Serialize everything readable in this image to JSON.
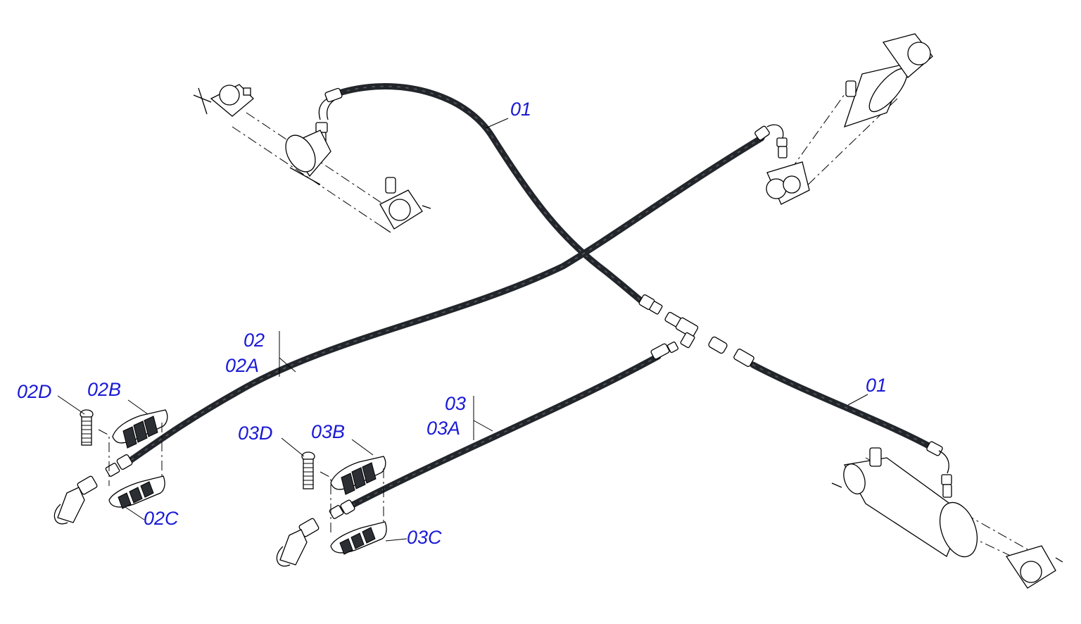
{
  "labels": {
    "hose_01_top": "01",
    "hose_01_bottom": "01",
    "hose_02": "02",
    "hose_02a": "02A",
    "part_02b": "02B",
    "part_02c": "02C",
    "part_02d": "02D",
    "hose_03": "03",
    "hose_03a": "03A",
    "part_03b": "03B",
    "part_03c": "03C",
    "part_03d": "03D"
  },
  "colors": {
    "label": "#1a1ad6",
    "hose": "#22262b",
    "line": "#000000"
  }
}
